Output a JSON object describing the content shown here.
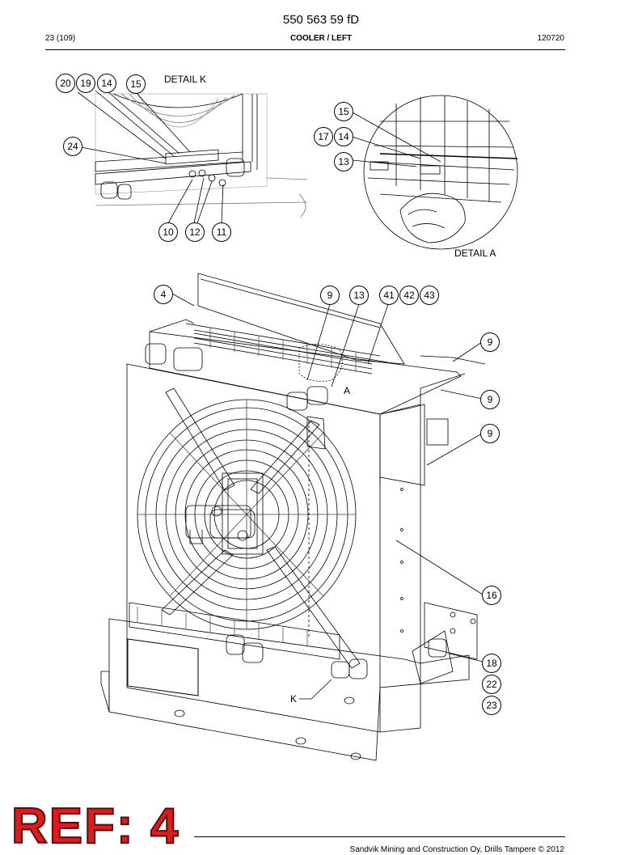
{
  "header": {
    "doc_number": "550 563 59 fD",
    "page": "23 (109)",
    "section": "COOLER / LEFT",
    "date_code": "120720"
  },
  "labels": {
    "detail_k": "DETAIL K",
    "detail_a": "DETAIL A",
    "a": "A",
    "k": "K"
  },
  "callouts": {
    "c20": "20",
    "c19": "19",
    "c14a": "14",
    "c15a": "15",
    "c24": "24",
    "c10": "10",
    "c12": "12",
    "c11": "11",
    "c15b": "15",
    "c17": "17",
    "c14b": "14",
    "c13a": "13",
    "c4": "4",
    "c9a": "9",
    "c13b": "13",
    "c41": "41",
    "c42": "42",
    "c43": "43",
    "c9b": "9",
    "c9c": "9",
    "c9d": "9",
    "c16": "16",
    "c18": "18",
    "c22": "22",
    "c23": "23"
  },
  "stamp": {
    "text": "REF: 4"
  },
  "footer": {
    "copyright": "Sandvik Mining and Construction Oy, Drills Tampere © 2012"
  },
  "colors": {
    "stamp": "#d81e1e",
    "ink": "#000000"
  }
}
